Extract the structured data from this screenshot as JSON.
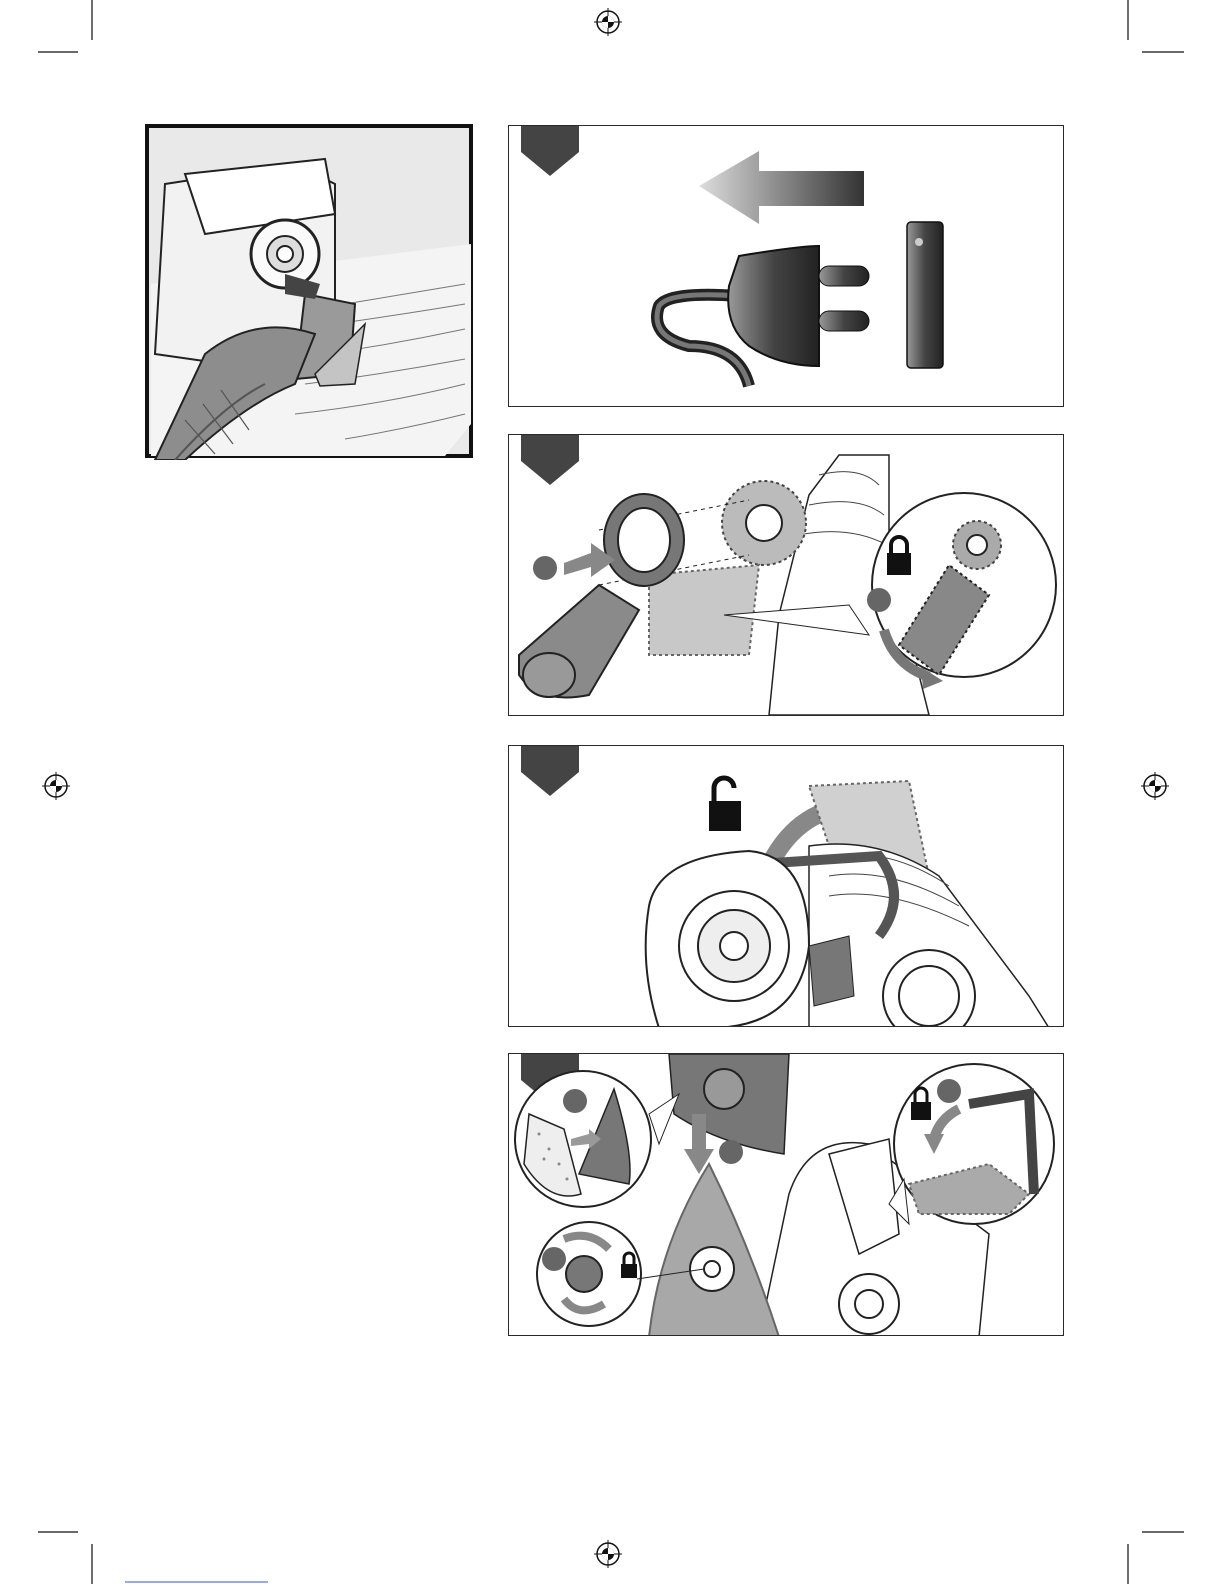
{
  "page": {
    "title": "",
    "colors": {
      "line": "#2a2a2a",
      "tab": "#444444",
      "shade": "#888888",
      "light": "#d9d9d9",
      "paper": "#ffffff"
    }
  },
  "figures": [
    {
      "id": "hero",
      "icon": "sander-with-vacuum-hose-illustration"
    },
    {
      "id": "step-1",
      "icon": "unplug-power-cord-illustration"
    },
    {
      "id": "step-2",
      "icon": "attach-dust-adapter-illustration"
    },
    {
      "id": "step-3",
      "icon": "open-clamp-lever-illustration"
    },
    {
      "id": "step-4",
      "icon": "fit-sanding-pad-illustration"
    }
  ],
  "marks": [
    "registration-mark-top",
    "registration-mark-left",
    "registration-mark-right",
    "registration-mark-bottom"
  ]
}
